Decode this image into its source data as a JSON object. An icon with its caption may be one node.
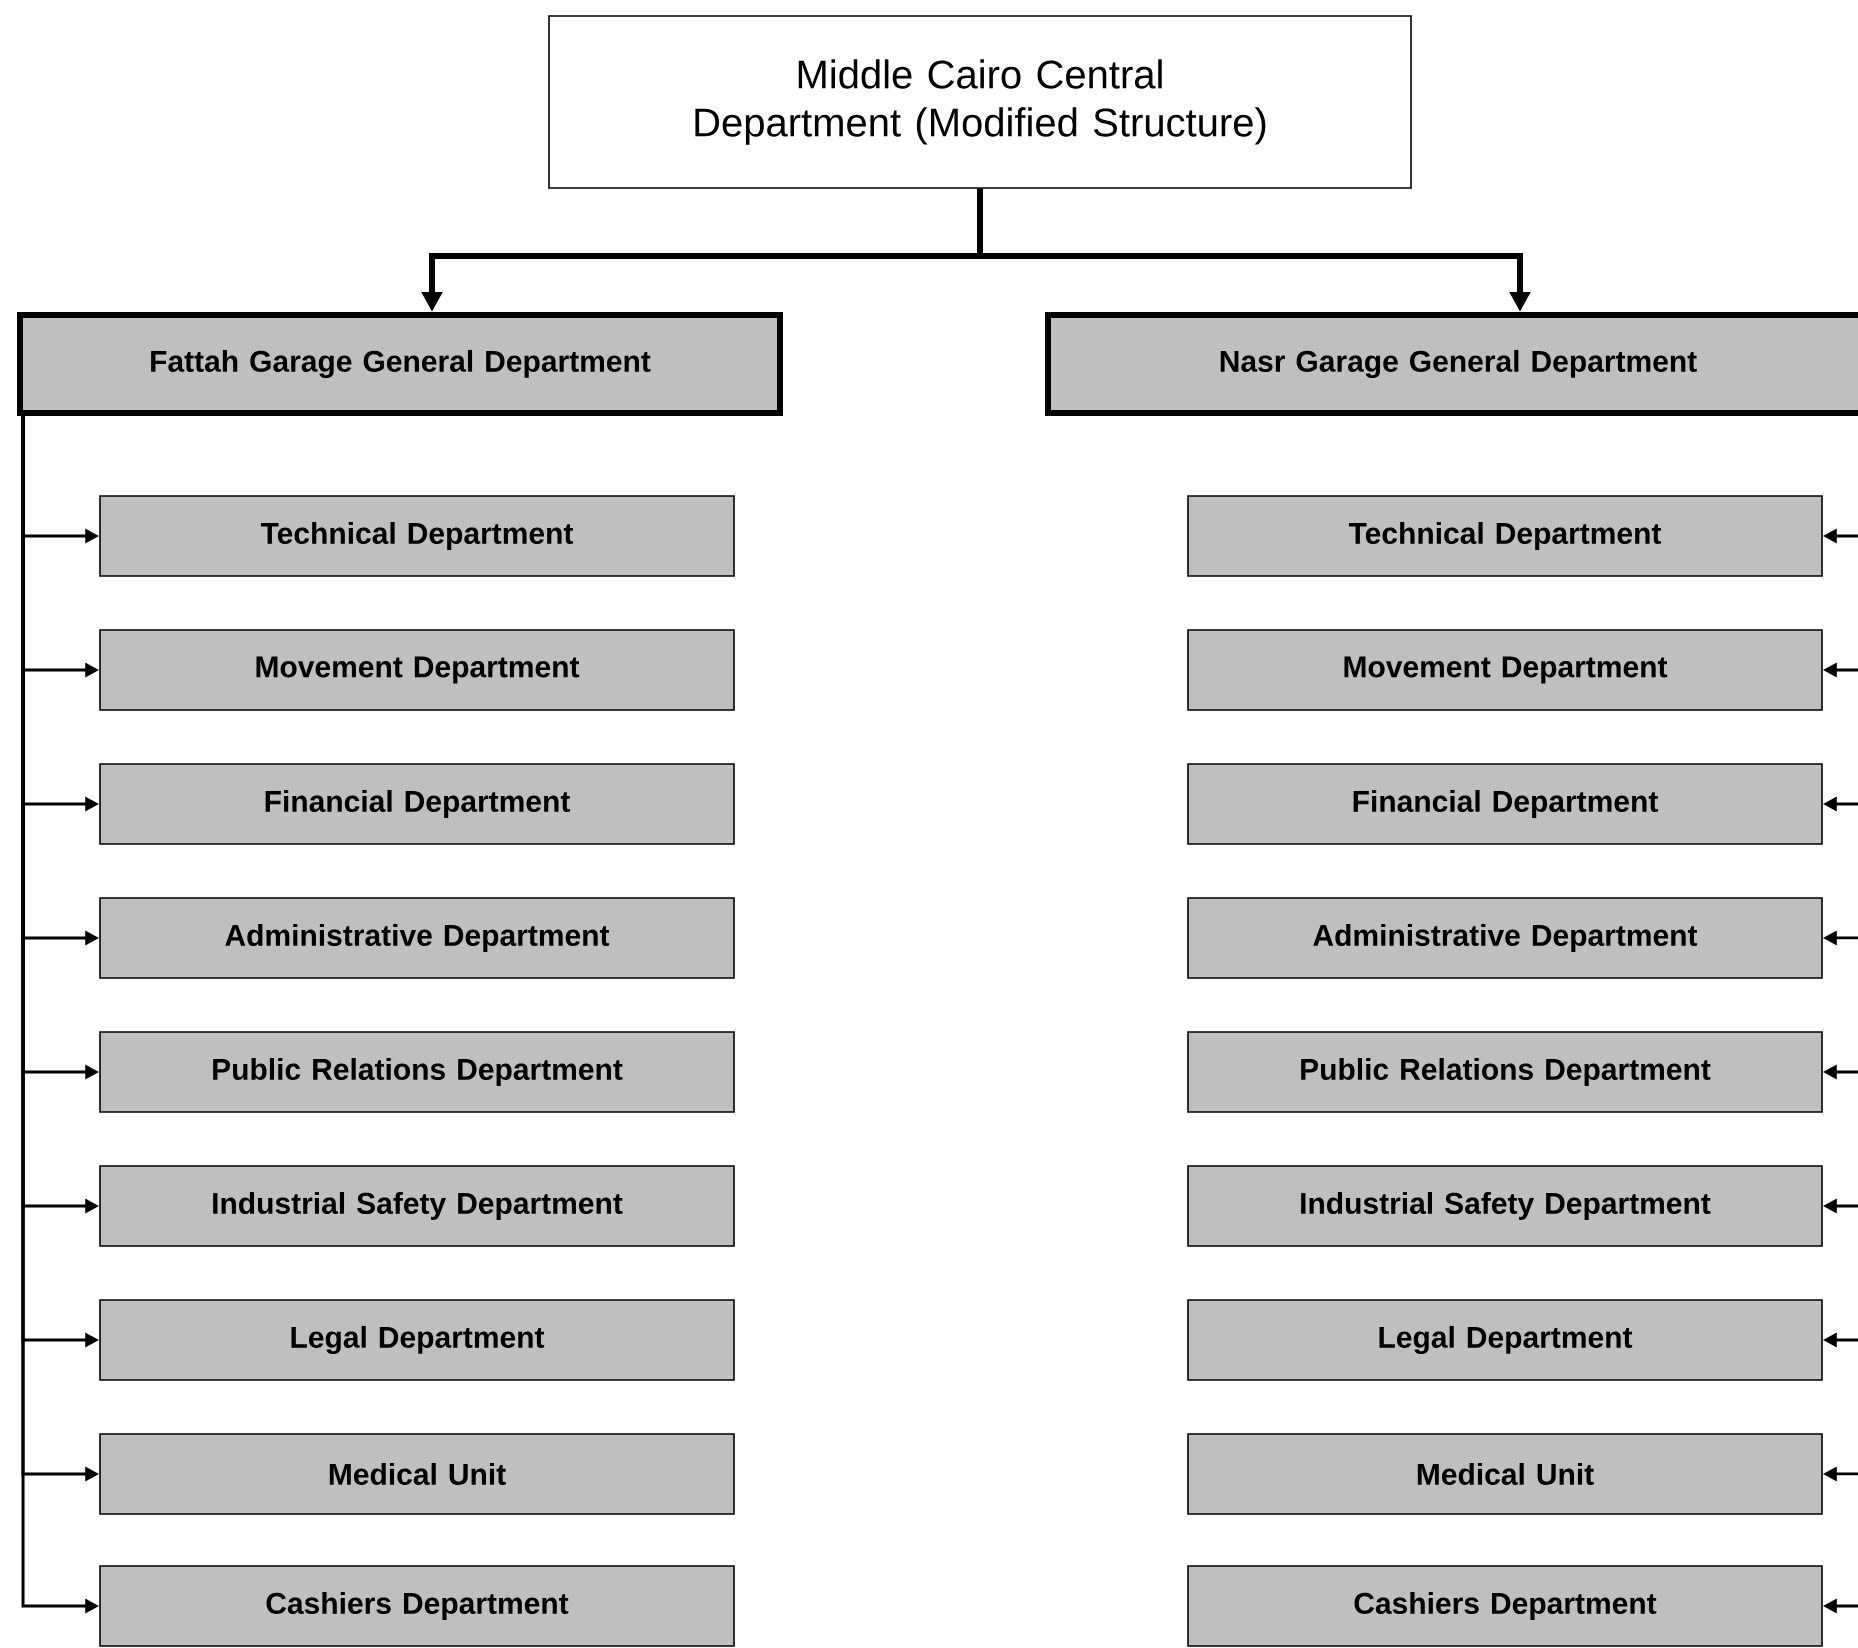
{
  "diagram": {
    "nodes": [
      {
        "text": [
          "Middle Cairo Central Department (Modified Structure)"
        ]
      },
      {
        "text": [
          "Fattah Garage General Department"
        ]
      },
      {
        "text": [
          "Nasr Garage General Department"
        ]
      },
      {
        "text": [
          "Technical Department"
        ]
      },
      {
        "text": [
          "Movement Department"
        ]
      },
      {
        "text": [
          "Financial Department"
        ]
      },
      {
        "text": [
          "Administrative Department"
        ]
      },
      {
        "text": [
          "Public Relations Department"
        ]
      },
      {
        "text": [
          "Industrial Safety Department"
        ]
      },
      {
        "text": [
          "Legal Department"
        ]
      },
      {
        "text": [
          "Medical Unit"
        ]
      },
      {
        "text": [
          "Cashiers Department"
        ]
      },
      {
        "text": [
          "Technical Department"
        ]
      },
      {
        "text": [
          "Movement Department"
        ]
      },
      {
        "text": [
          "Financial Department"
        ]
      },
      {
        "text": [
          "Administrative Department"
        ]
      },
      {
        "text": [
          "Public Relations Department"
        ]
      },
      {
        "text": [
          "Industrial Safety Department"
        ]
      },
      {
        "text": [
          "Legal Department"
        ]
      },
      {
        "text": [
          "Medical Unit"
        ]
      },
      {
        "text": [
          "Cashiers Department"
        ]
      }
    ],
    "edges": [
      {
        "from": 0,
        "to": 1,
        "arrow": "to",
        "style": "thick"
      },
      {
        "from": 0,
        "to": 2,
        "arrow": "to",
        "style": "thick"
      },
      {
        "from": 1,
        "to": 3,
        "arrow": "to"
      },
      {
        "from": 1,
        "to": 4,
        "arrow": "to"
      },
      {
        "from": 1,
        "to": 5,
        "arrow": "to"
      },
      {
        "from": 1,
        "to": 6,
        "arrow": "to"
      },
      {
        "from": 1,
        "to": 7,
        "arrow": "to"
      },
      {
        "from": 1,
        "to": 8,
        "arrow": "to"
      },
      {
        "from": 1,
        "to": 9,
        "arrow": "to"
      },
      {
        "from": 1,
        "to": 10,
        "arrow": "to"
      },
      {
        "from": 1,
        "to": 11,
        "arrow": "to"
      },
      {
        "from": 2,
        "to": 12,
        "arrow": "to"
      },
      {
        "from": 2,
        "to": 13,
        "arrow": "to"
      },
      {
        "from": 2,
        "to": 14,
        "arrow": "to"
      },
      {
        "from": 2,
        "to": 15,
        "arrow": "to"
      },
      {
        "from": 2,
        "to": 16,
        "arrow": "to"
      },
      {
        "from": 2,
        "to": 17,
        "arrow": "to"
      },
      {
        "from": 2,
        "to": 18,
        "arrow": "to"
      },
      {
        "from": 2,
        "to": 19,
        "arrow": "to"
      },
      {
        "from": 2,
        "to": 20,
        "arrow": "to"
      }
    ]
  }
}
